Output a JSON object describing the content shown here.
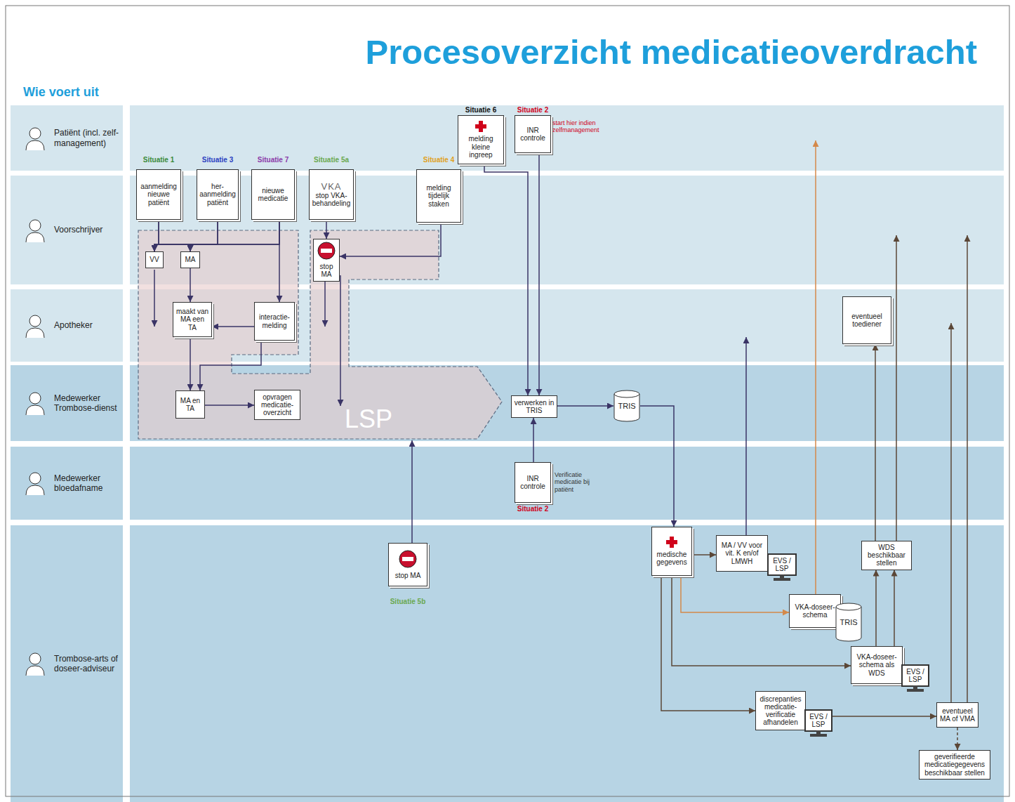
{
  "diagram": {
    "title": "Procesoverzicht medicatieoverdracht",
    "nodes": [
      {
        "text": [
          "Patiënt (incl. zelf-management)"
        ]
      },
      {
        "text": [
          "Voorschrijver"
        ]
      },
      {
        "text": [
          "Apotheker"
        ]
      },
      {
        "text": [
          "Medewerker Trombose-dienst"
        ]
      },
      {
        "text": [
          "Medewerker bloedafname"
        ]
      },
      {
        "text": [
          "Trombose-arts of doseer-adviseur"
        ]
      },
      {
        "text": [
          "LSP"
        ]
      },
      {
        "text": [
          "Situatie 6",
          "melding kleine ingreep"
        ],
        "in": 0
      },
      {
        "text": [
          "Situatie 2",
          "INR controle"
        ],
        "in": 0
      },
      {
        "text": [
          "Situatie 1",
          "aanmelding nieuwe patiënt"
        ],
        "in": 1
      },
      {
        "text": [
          "Situatie 3",
          "her-aanmelding patiënt"
        ],
        "in": 1
      },
      {
        "text": [
          "Situatie 7",
          "nieuwe medicatie"
        ],
        "in": 1
      },
      {
        "text": [
          "Situatie 5a",
          "VKA",
          "stop VKA-behandeling"
        ],
        "in": 1
      },
      {
        "text": [
          "Situatie 4",
          "melding tijdelijk staken"
        ],
        "in": 1
      },
      {
        "text": [
          "VV"
        ],
        "in": 1
      },
      {
        "text": [
          "MA"
        ],
        "in": 1
      },
      {
        "text": [
          "stop MA"
        ],
        "in": 1
      },
      {
        "text": [
          "maakt van MA een TA"
        ],
        "in": 2
      },
      {
        "text": [
          "interactie-melding"
        ],
        "in": 2
      },
      {
        "text": [
          "eventueel toediener"
        ],
        "in": 2
      },
      {
        "text": [
          "MA en TA"
        ],
        "in": 3
      },
      {
        "text": [
          "opvragen medicatie-overzicht"
        ],
        "in": 3
      },
      {
        "text": [
          "verwerken in TRIS"
        ],
        "in": 3
      },
      {
        "text": [
          "TRIS"
        ],
        "in": 3
      },
      {
        "text": [
          "INR controle",
          "Situatie 2"
        ],
        "in": 4
      },
      {
        "text": [
          "stop MA",
          "Situatie 5b"
        ],
        "in": 5
      },
      {
        "text": [
          "medische gegevens"
        ],
        "in": 5
      },
      {
        "text": [
          "MA / VV voor vit. K en/of LMWH"
        ],
        "in": 5
      },
      {
        "text": [
          "EVS / LSP"
        ],
        "in": 5
      },
      {
        "text": [
          "WDS beschikbaar stellen"
        ],
        "in": 5
      },
      {
        "text": [
          "VKA-doseer-schema"
        ],
        "in": 5
      },
      {
        "text": [
          "TRIS"
        ],
        "in": 5
      },
      {
        "text": [
          "VKA-doseer-schema als WDS"
        ],
        "in": 5
      },
      {
        "text": [
          "EVS / LSP"
        ],
        "in": 5
      },
      {
        "text": [
          "discrepanties medicatie-verificatie afhandelen"
        ],
        "in": 5
      },
      {
        "text": [
          "EVS / LSP"
        ],
        "in": 5
      },
      {
        "text": [
          "eventueel MA of VMA"
        ],
        "in": 5
      },
      {
        "text": [
          "geverifieerde medicatiegegevens beschikbaar stellen"
        ],
        "in": 5
      }
    ],
    "edges": [
      {
        "from": 9,
        "to": 14,
        "arrow": "to"
      },
      {
        "from": 9,
        "to": 15,
        "arrow": "to"
      },
      {
        "from": 10,
        "to": 14,
        "arrow": "to"
      },
      {
        "from": 10,
        "to": 15,
        "arrow": "to"
      },
      {
        "from": 11,
        "to": 14,
        "arrow": "to"
      },
      {
        "from": 11,
        "to": 15,
        "arrow": "to"
      },
      {
        "from": 11,
        "to": 18,
        "arrow": "to"
      },
      {
        "from": 15,
        "to": 17,
        "arrow": "to"
      },
      {
        "from": 18,
        "to": 17,
        "arrow": "to"
      },
      {
        "from": 18,
        "to": 20,
        "arrow": "to"
      },
      {
        "from": 17,
        "to": 20,
        "arrow": "to"
      },
      {
        "from": 20,
        "to": 21,
        "arrow": "to"
      },
      {
        "from": 12,
        "to": 16,
        "arrow": "to"
      },
      {
        "from": 13,
        "to": 16,
        "arrow": "to"
      },
      {
        "from": 7,
        "to": 22,
        "arrow": "to"
      },
      {
        "from": 8,
        "to": 22,
        "arrow": "to"
      },
      {
        "from": 24,
        "to": 22,
        "arrow": "to"
      },
      {
        "from": 25,
        "to": 6,
        "arrow": "to"
      },
      {
        "from": 22,
        "to": 23,
        "arrow": "to"
      },
      {
        "from": 23,
        "to": 26,
        "arrow": "to"
      },
      {
        "from": 26,
        "to": 27,
        "arrow": "to"
      },
      {
        "from": 26,
        "to": 30,
        "arrow": "to"
      },
      {
        "from": 26,
        "to": 32,
        "arrow": "to"
      },
      {
        "from": 32,
        "to": 29,
        "arrow": "to"
      },
      {
        "from": 32,
        "to": 29,
        "arrow": "to"
      },
      {
        "from": 29,
        "to": 19,
        "arrow": "to"
      },
      {
        "from": 26,
        "to": 34,
        "arrow": "to"
      },
      {
        "from": 34,
        "to": 36,
        "arrow": "to"
      },
      {
        "from": 36,
        "to": 37,
        "arrow": "to"
      }
    ],
    "labels": [
      "Wie voert uit",
      "start hier indien zelfmanagement",
      "Verificatie medicatie bij patiënt"
    ]
  }
}
